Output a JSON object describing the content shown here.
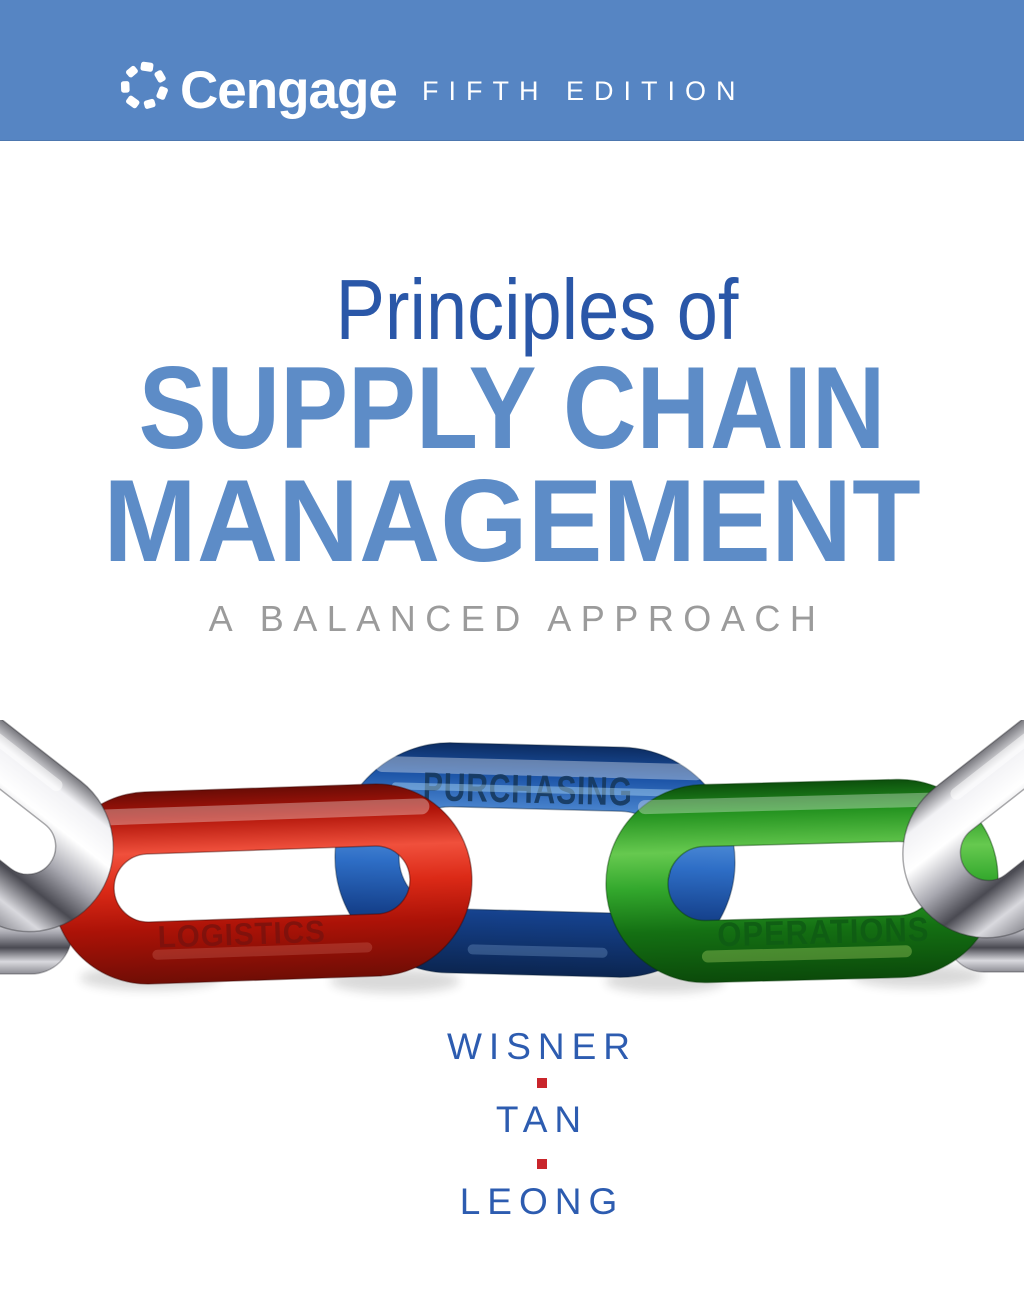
{
  "banner": {
    "brand": "Cengage",
    "edition": "FIFTH EDITION",
    "background": "#5685c3",
    "text_color": "#ffffff"
  },
  "title": {
    "line1": "Principles of",
    "line2": "SUPPLY CHAIN",
    "line3": "MANAGEMENT",
    "subtitle": "A BALANCED APPROACH",
    "line1_color": "#2a57a8",
    "main_color": "#5d8cc7",
    "subtitle_color": "#9b9b9b"
  },
  "chain": {
    "links": [
      {
        "label": "LOGISTICS",
        "color": "#dc2a17",
        "label_color": "#7c120d"
      },
      {
        "label": "PURCHASING",
        "color": "#2e6ec6",
        "label_color": "#16395f"
      },
      {
        "label": "OPERATIONS",
        "color": "#33a82d",
        "label_color": "#0f5c14"
      }
    ],
    "end_links_color": "#c9c9ce"
  },
  "authors": {
    "names": [
      "WISNER",
      "TAN",
      "LEONG"
    ],
    "color": "#2d5cb0",
    "separator_color": "#c9252b"
  }
}
